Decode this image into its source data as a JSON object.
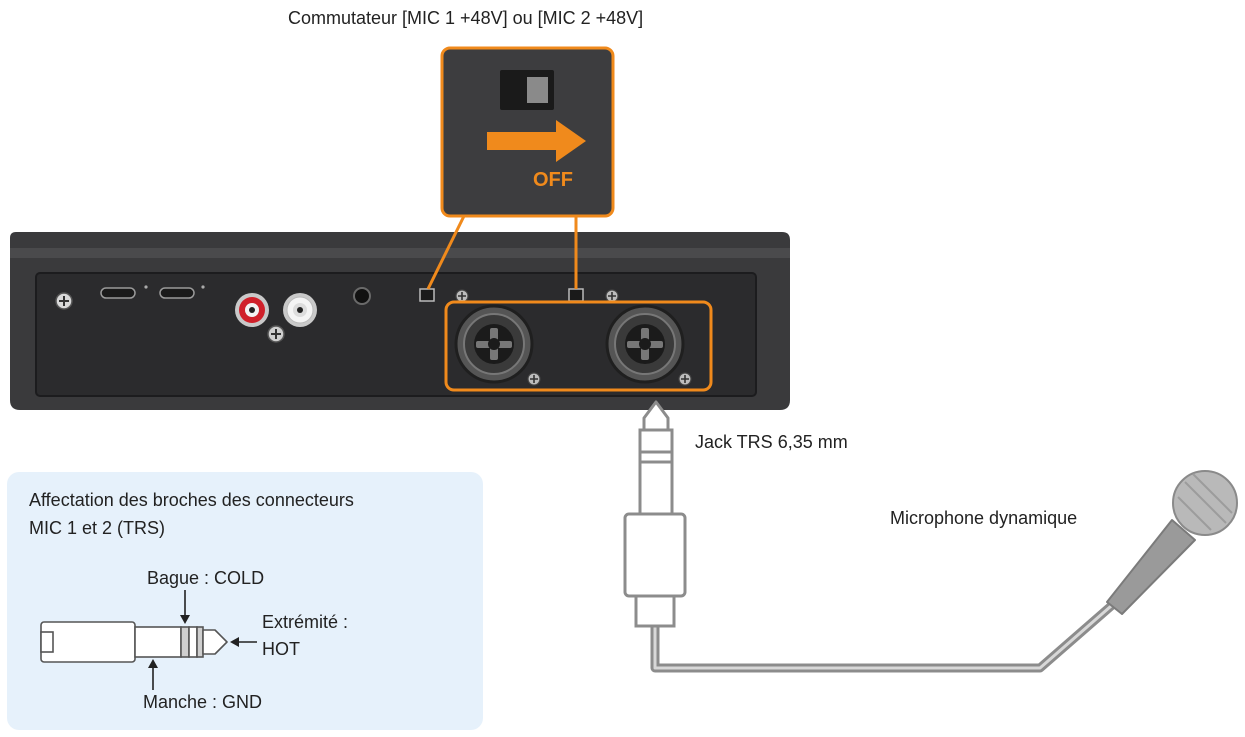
{
  "labels": {
    "switch_title": "Commutateur [MIC 1 +48V] ou [MIC 2 +48V]",
    "off": "OFF",
    "jack": "Jack TRS 6,35 mm",
    "microphone": "Microphone dynamique"
  },
  "pin_box": {
    "title_line1": "Affectation des broches des connecteurs",
    "title_line2": "MIC 1 et 2 (TRS)",
    "ring": "Bague : COLD",
    "tip_line1": "Extrémité :",
    "tip_line2": "HOT",
    "sleeve": "Manche : GND"
  },
  "colors": {
    "accent": "#f08a1c",
    "device_body": "#3a3a3c",
    "device_panel": "#2a2a2c",
    "box_bg": "#e6f1fb",
    "cable": "#8c8c8c"
  }
}
